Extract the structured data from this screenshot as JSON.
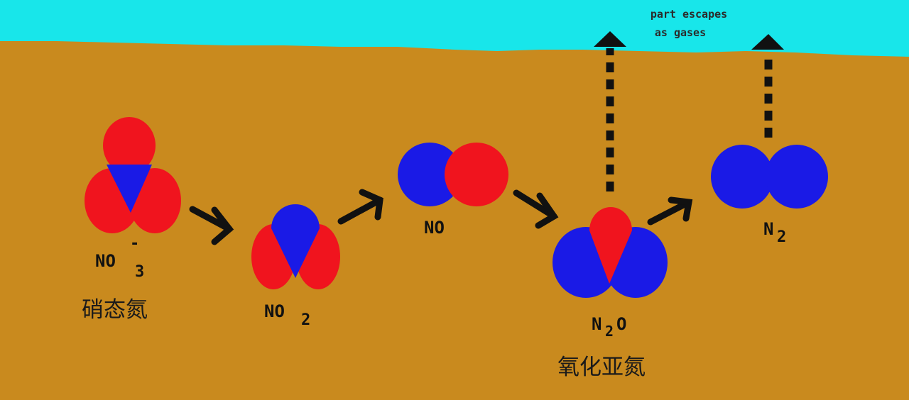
{
  "colors": {
    "sky": "#18e6ea",
    "soil": "#c98a1e",
    "oxygen": "#f0141e",
    "nitrogen": "#1a1ae6",
    "arrow": "#111111"
  },
  "annotation": {
    "line1": "part escapes",
    "line2": "as gases"
  },
  "molecules": {
    "no3": {
      "main": "NO",
      "sub": "3",
      "sup": "-",
      "cn": "硝态氮"
    },
    "no2": {
      "main": "NO",
      "sub": "2"
    },
    "no": {
      "main": "NO"
    },
    "n2o": {
      "pre": "N",
      "sub": "2",
      "post": "O",
      "cn": "氧化亚氮"
    },
    "n2": {
      "main": "N",
      "sub": "2"
    }
  }
}
